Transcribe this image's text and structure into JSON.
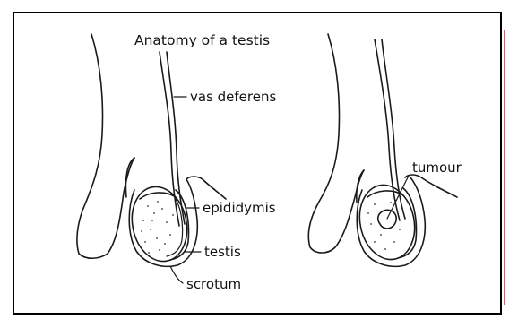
{
  "title": "Anatomy of a testis",
  "labels": {
    "vas_deferens": "vas deferens",
    "epididymis": "epididymis",
    "testis": "testis",
    "scrotum": "scrotum",
    "tumour": "tumour"
  },
  "colors": {
    "ink": "#1a1a1a",
    "border": "#000000",
    "margin_line": "#e03030"
  }
}
